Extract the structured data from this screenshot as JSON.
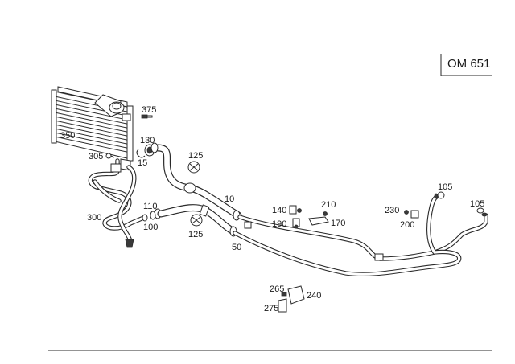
{
  "engine_code": "OM 651",
  "callouts": {
    "c350": "350",
    "c375": "375",
    "c130": "130",
    "c15": "15",
    "c305": "305",
    "c125a": "125",
    "c10": "10",
    "c300": "300",
    "c110": "110",
    "c100": "100",
    "c125b": "125",
    "c50": "50",
    "c140": "140",
    "c190": "190",
    "c210": "210",
    "c170": "170",
    "c230": "230",
    "c200": "200",
    "c105a": "105",
    "c105b": "105",
    "c265": "265",
    "c240": "240",
    "c275": "275"
  }
}
